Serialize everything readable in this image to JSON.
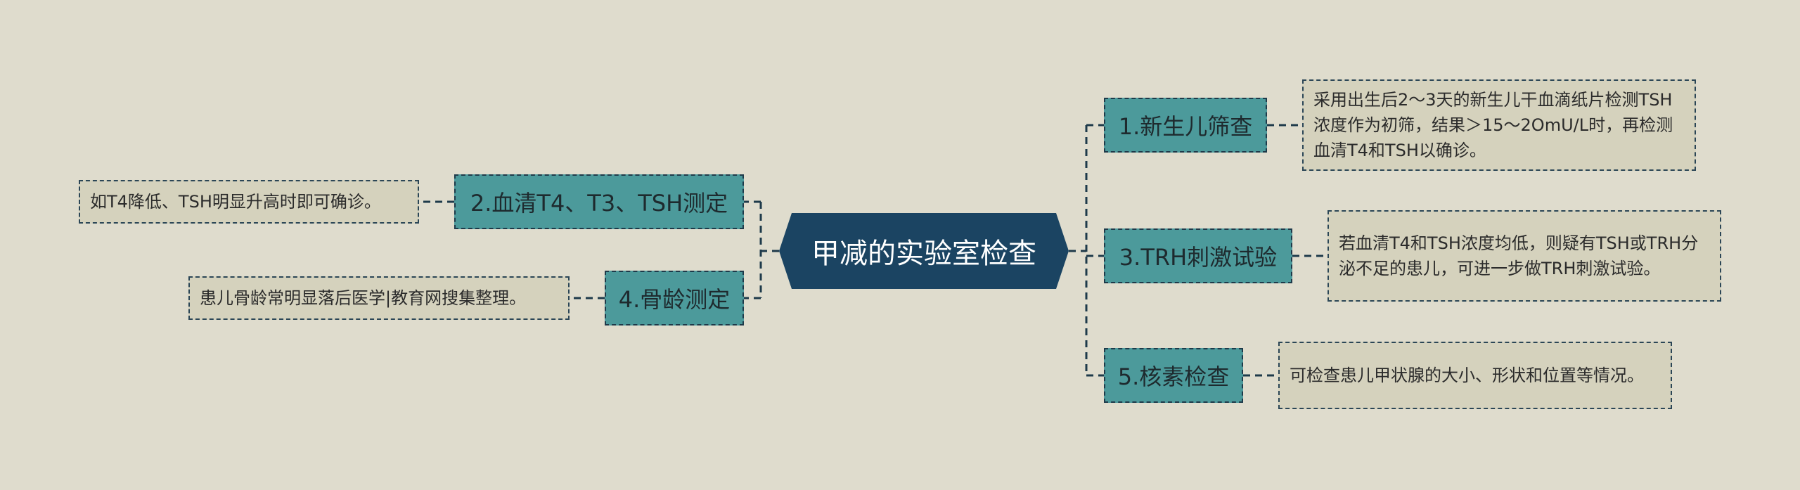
{
  "center": {
    "title": "甲减的实验室检查"
  },
  "right_branches": [
    {
      "label": "1.新生儿筛查",
      "detail": "采用出生后2～3天的新生儿干血滴纸片检测TSH浓度作为初筛，结果＞15～2OmU/L时，再检测血清T4和TSH以确诊。"
    },
    {
      "label": "3.TRH刺激试验",
      "detail": "若血清T4和TSH浓度均低，则疑有TSH或TRH分泌不足的患儿，可进一步做TRH刺激试验。"
    },
    {
      "label": "5.核素检查",
      "detail": "可检查患儿甲状腺的大小、形状和位置等情况。"
    }
  ],
  "left_branches": [
    {
      "label": "2.血清T4、T3、TSH测定",
      "detail": "如T4降低、TSH明显升高时即可确诊。"
    },
    {
      "label": "4.骨龄测定",
      "detail": "患儿骨龄常明显落后医学|教育网搜集整理。"
    }
  ],
  "colors": {
    "background": "#dfdccd",
    "center_fill": "#1b4462",
    "branch_fill": "#4c9a9b",
    "leaf_fill": "#d5d2bd",
    "connector": "#1e3a4a"
  }
}
